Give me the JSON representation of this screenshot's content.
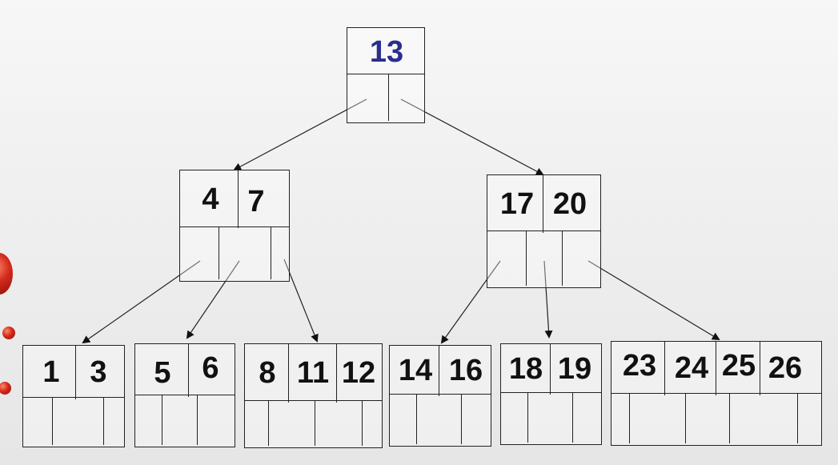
{
  "tree": {
    "root": {
      "keys": [
        "13"
      ]
    },
    "level1": [
      {
        "keys": [
          "4",
          "7"
        ]
      },
      {
        "keys": [
          "17",
          "20"
        ]
      }
    ],
    "leaves": [
      {
        "keys": [
          "1",
          "3"
        ]
      },
      {
        "keys": [
          "5",
          "6"
        ]
      },
      {
        "keys": [
          "8",
          "11",
          "12"
        ]
      },
      {
        "keys": [
          "14",
          "16"
        ]
      },
      {
        "keys": [
          "18",
          "19"
        ]
      },
      {
        "keys": [
          "23",
          "24",
          "25",
          "26"
        ]
      }
    ]
  },
  "colors": {
    "root_key": "#2b2e8f",
    "key": "#111111",
    "line": "#222222",
    "accent_ball": "#d2291b"
  }
}
